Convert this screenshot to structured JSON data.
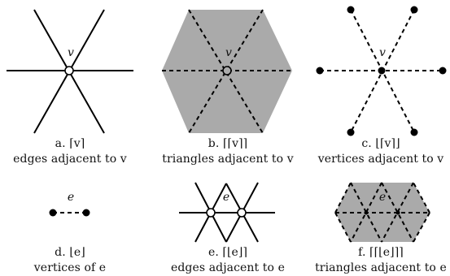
{
  "colors": {
    "ink": "#000000",
    "shade": "#aaaaaa",
    "paper": "#ffffff"
  },
  "panels": [
    {
      "id": "a",
      "label": "v",
      "caption_top": "a. ⌈v⌉",
      "caption_bottom": "edges adjacent to v"
    },
    {
      "id": "b",
      "label": "v",
      "caption_top": "b. ⌈⌈v⌉⌉",
      "caption_bottom": "triangles adjacent to v"
    },
    {
      "id": "c",
      "label": "v",
      "caption_top": "c. ⌊⌈v⌉⌋",
      "caption_bottom": "vertices adjacent to v"
    },
    {
      "id": "d",
      "label": "e",
      "caption_top": "d. ⌊e⌋",
      "caption_bottom": "vertices of e"
    },
    {
      "id": "e",
      "label": "e",
      "caption_top": "e. ⌈⌊e⌋⌉",
      "caption_bottom": "edges adjacent to e"
    },
    {
      "id": "f",
      "label": "e",
      "caption_top": "f. ⌈⌈⌊e⌋⌉⌉",
      "caption_bottom": "triangles adjacent to e"
    }
  ]
}
